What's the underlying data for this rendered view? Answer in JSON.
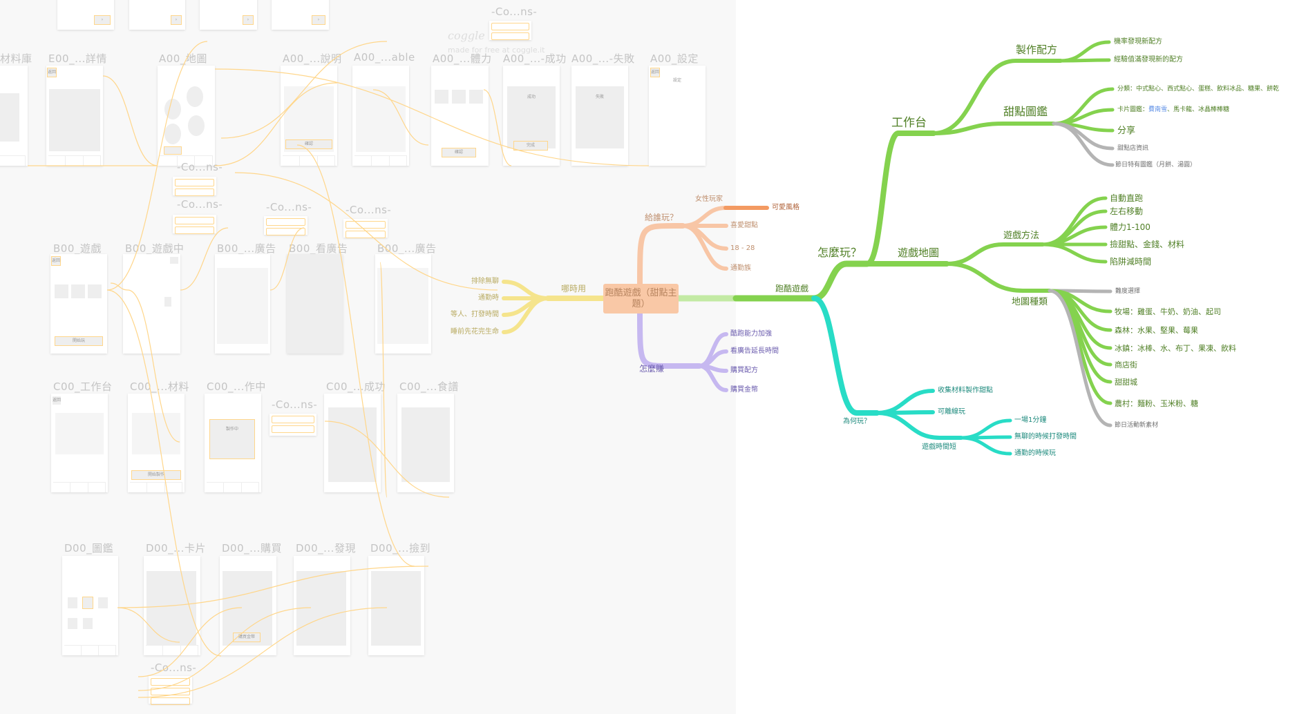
{
  "wireframes": {
    "top_row": [
      "",
      "",
      "",
      ""
    ],
    "row_a": [
      "材料庫",
      "E00_...詳情",
      "A00_地圖",
      "A00_...說明",
      "A00_...able",
      "A00_...體力",
      "A00_...-成功",
      "A00_...-失敗",
      "A00_設定"
    ],
    "row_b": [
      "B00_遊戲",
      "B00_遊戲中",
      "B00_...廣告",
      "B00_看廣告",
      "B00_...廣告"
    ],
    "row_c": [
      "C00_工作台",
      "C00_...材料",
      "C00_...作中",
      "C00_...成功",
      "C00_...食譜"
    ],
    "row_d": [
      "D00_圖鑑",
      "D00_...卡片",
      "D00_...購買",
      "D00_...發現",
      "D00_...撿到"
    ],
    "connections_title": "-Co...ns-",
    "labels": {
      "back": "返回",
      "start": "開始玩",
      "make": "開始製作",
      "done": "完成",
      "confirm": "確認",
      "buy": "購買金幣",
      "making": "製作中",
      "settings": "設定",
      "success": "成功",
      "fail": "失敗"
    }
  },
  "watermark": {
    "logo": "coggle",
    "text": "made for free at coggle.it"
  },
  "mindmap": {
    "center": "跑酷遊戲（甜點主題）",
    "when": {
      "label": "哪時用",
      "items": [
        "排除無聊",
        "通勤時",
        "等人、打發時間",
        "睡前先花完生命"
      ]
    },
    "who": {
      "label": "給誰玩？",
      "female": "女性玩家",
      "female_child": "可愛風格",
      "items": [
        "喜愛甜點",
        "18 - 28",
        "通勤族"
      ]
    },
    "earn": {
      "label": "怎麼賺",
      "items": [
        "酷跑能力加強",
        "看廣告延長時間",
        "購買配方",
        "購買金幣"
      ]
    },
    "game": {
      "label": "跑酷遊戲",
      "how": {
        "label": "怎麼玩？",
        "workbench": {
          "label": "工作台",
          "recipe": {
            "label": "製作配方",
            "items": [
              "機率發現新配方",
              "經驗值滿發現新的配方"
            ]
          },
          "dex": {
            "label": "甜點圖鑑",
            "category": "分類：中式點心、西式點心、蛋糕、飲料冰品、糖果、餅乾",
            "card_prefix": "卡片圖鑑：",
            "card_link": "費南雪",
            "card_suffix": "、馬卡龍、冰晶棒棒糖",
            "share": "分享",
            "shop": "甜點店資訊",
            "festival": "節日特有圖鑑（月餅、湯圓）"
          }
        },
        "map": {
          "label": "遊戲地圖",
          "method": {
            "label": "遊戲方法",
            "items": [
              "自動直跑",
              "左右移動",
              "體力1-100",
              "撿甜點、金錢、材料",
              "陷阱減時間"
            ]
          },
          "types": {
            "label": "地圖種類",
            "difficulty": "難度選擇",
            "items": [
              "牧場：雞蛋、牛奶、奶油、起司",
              "森林：水果、堅果、莓果",
              "冰鎮：冰棒、水、布丁、果凍、飲料",
              "商店街",
              "甜甜城",
              "農村：麵粉、玉米粉、糖"
            ],
            "festival": "節日活動新素材"
          }
        }
      },
      "why": {
        "label": "為何玩？",
        "items": [
          "收集材料製作甜點",
          "可離線玩"
        ],
        "short": {
          "label": "遊戲時間短",
          "items": [
            "一場1分鐘",
            "無聊的時候打發時間",
            "通勤的時候玩"
          ]
        }
      }
    }
  },
  "colors": {
    "yellow": "#f5e48c",
    "peach": "#f8c6a6",
    "orange": "#f39a62",
    "purple": "#c6b8f0",
    "green": "#84d24e",
    "lightgreen": "#c3eaa4",
    "teal": "#28dcc6",
    "grey": "#b4b4b4",
    "wire": "#ffd68a",
    "link": "#5b8ee6"
  }
}
